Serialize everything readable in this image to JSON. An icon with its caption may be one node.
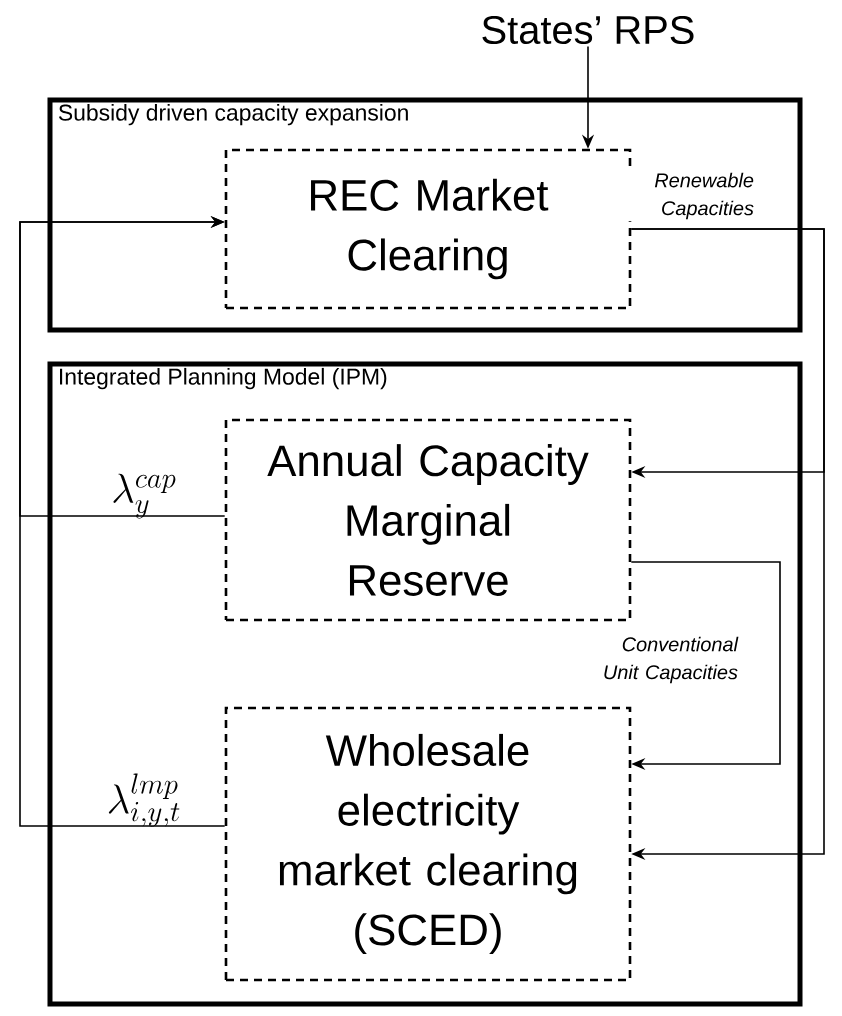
{
  "diagram": {
    "nodes": [
      {
        "text": [
          "States’ RPS"
        ]
      },
      {
        "text": [
          "Subsidy driven capacity expansion"
        ]
      },
      {
        "text": [
          "REC Market Clearing"
        ],
        "in": 1
      },
      {
        "text": [
          "Integrated Planning Model (IPM)"
        ]
      },
      {
        "text": [
          "Annual Capacity Marginal Reserve"
        ],
        "in": 3
      },
      {
        "text": [
          "Wholesale electricity market clearing (SCED)"
        ],
        "in": 3
      }
    ],
    "edges": [
      {
        "from": 0,
        "to": 2,
        "arrow": "to"
      },
      {
        "from": 2,
        "to": 4,
        "arrow": "to",
        "label": "Renewable Capacities"
      },
      {
        "from": 2,
        "to": 5,
        "arrow": "to"
      },
      {
        "from": 4,
        "to": 5,
        "arrow": "to",
        "label": "Conventional Unit Capacities"
      },
      {
        "from": 4,
        "to": 2,
        "arrow": "to",
        "label": "\\lambda_y^{cap}"
      },
      {
        "from": 5,
        "to": 2,
        "arrow": "to",
        "label": "\\lambda_{i,y,t}^{lmp}"
      }
    ]
  }
}
